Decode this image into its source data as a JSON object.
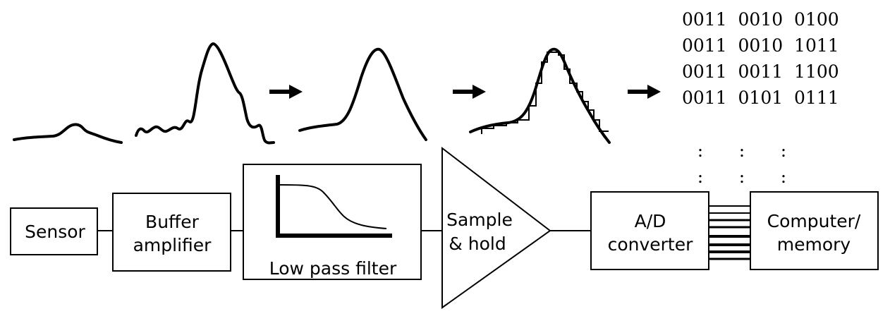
{
  "blocks": {
    "sensor": "Sensor",
    "buffer_line1": "Buffer",
    "buffer_line2": "amplifier",
    "filter": "Low pass filter",
    "sample_line1": "Sample",
    "sample_line2": "& hold",
    "adc_line1": "A/D",
    "adc_line2": "converter",
    "computer_line1": "Computer/",
    "computer_line2": "memory"
  },
  "binary_output": [
    "0011  0010  0100",
    "0011  0010  1011",
    "0011  0011  1100",
    "0011  0101  0111"
  ],
  "ellipsis": ":"
}
